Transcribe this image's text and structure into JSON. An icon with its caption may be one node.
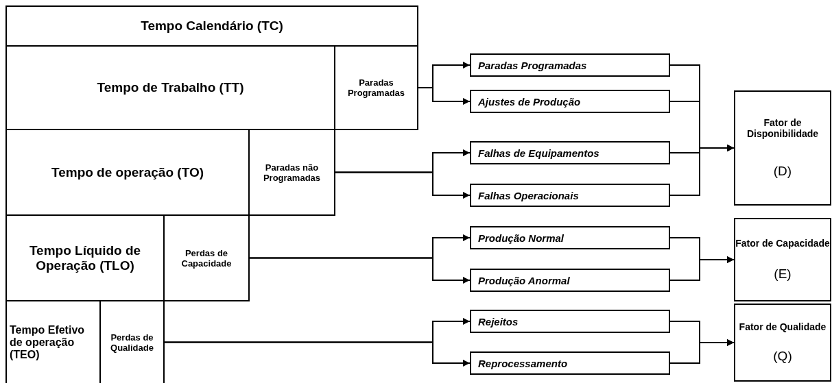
{
  "diagram": {
    "nodes": [
      {
        "text": [
          "Tempo Calendário (TC)"
        ]
      },
      {
        "text": [
          "Tempo de Trabalho (TT)"
        ]
      },
      {
        "text": [
          "Paradas Programadas"
        ]
      },
      {
        "text": [
          "Tempo de operação (TO)"
        ]
      },
      {
        "text": [
          "Paradas não Programadas"
        ]
      },
      {
        "text": [
          "Tempo Líquido de Operação (TLO)"
        ]
      },
      {
        "text": [
          "Perdas de Capacidade"
        ]
      },
      {
        "text": [
          "Tempo Efetivo de operação (TEO)"
        ]
      },
      {
        "text": [
          "Perdas de Qualidade"
        ]
      },
      {
        "text": [
          "Paradas Programadas"
        ]
      },
      {
        "text": [
          "Ajustes de Produção"
        ]
      },
      {
        "text": [
          "Falhas de Equipamentos"
        ]
      },
      {
        "text": [
          "Falhas Operacionais"
        ]
      },
      {
        "text": [
          "Produção Normal"
        ]
      },
      {
        "text": [
          "Produção Anormal"
        ]
      },
      {
        "text": [
          "Rejeitos"
        ]
      },
      {
        "text": [
          "Reprocessamento"
        ]
      },
      {
        "text": [
          "Fator de Disponibilidade",
          "(D)"
        ]
      },
      {
        "text": [
          "Fator de Capacidade",
          "(E)"
        ]
      },
      {
        "text": [
          "Fator de Qualidade",
          "(Q)"
        ]
      }
    ],
    "edges": [
      {
        "from": 2,
        "to": 9,
        "arrow": "to"
      },
      {
        "from": 2,
        "to": 10,
        "arrow": "to"
      },
      {
        "from": 4,
        "to": 11,
        "arrow": "to"
      },
      {
        "from": 4,
        "to": 12,
        "arrow": "to"
      },
      {
        "from": 6,
        "to": 13,
        "arrow": "to"
      },
      {
        "from": 6,
        "to": 14,
        "arrow": "to"
      },
      {
        "from": 8,
        "to": 15,
        "arrow": "to"
      },
      {
        "from": 8,
        "to": 16,
        "arrow": "to"
      },
      {
        "from": 9,
        "to": 17,
        "arrow": "to"
      },
      {
        "from": 10,
        "to": 17,
        "arrow": "to"
      },
      {
        "from": 11,
        "to": 17,
        "arrow": "to"
      },
      {
        "from": 12,
        "to": 17,
        "arrow": "to"
      },
      {
        "from": 13,
        "to": 18,
        "arrow": "to"
      },
      {
        "from": 14,
        "to": 18,
        "arrow": "to"
      },
      {
        "from": 15,
        "to": 19,
        "arrow": "to"
      },
      {
        "from": 16,
        "to": 19,
        "arrow": "to"
      }
    ]
  }
}
